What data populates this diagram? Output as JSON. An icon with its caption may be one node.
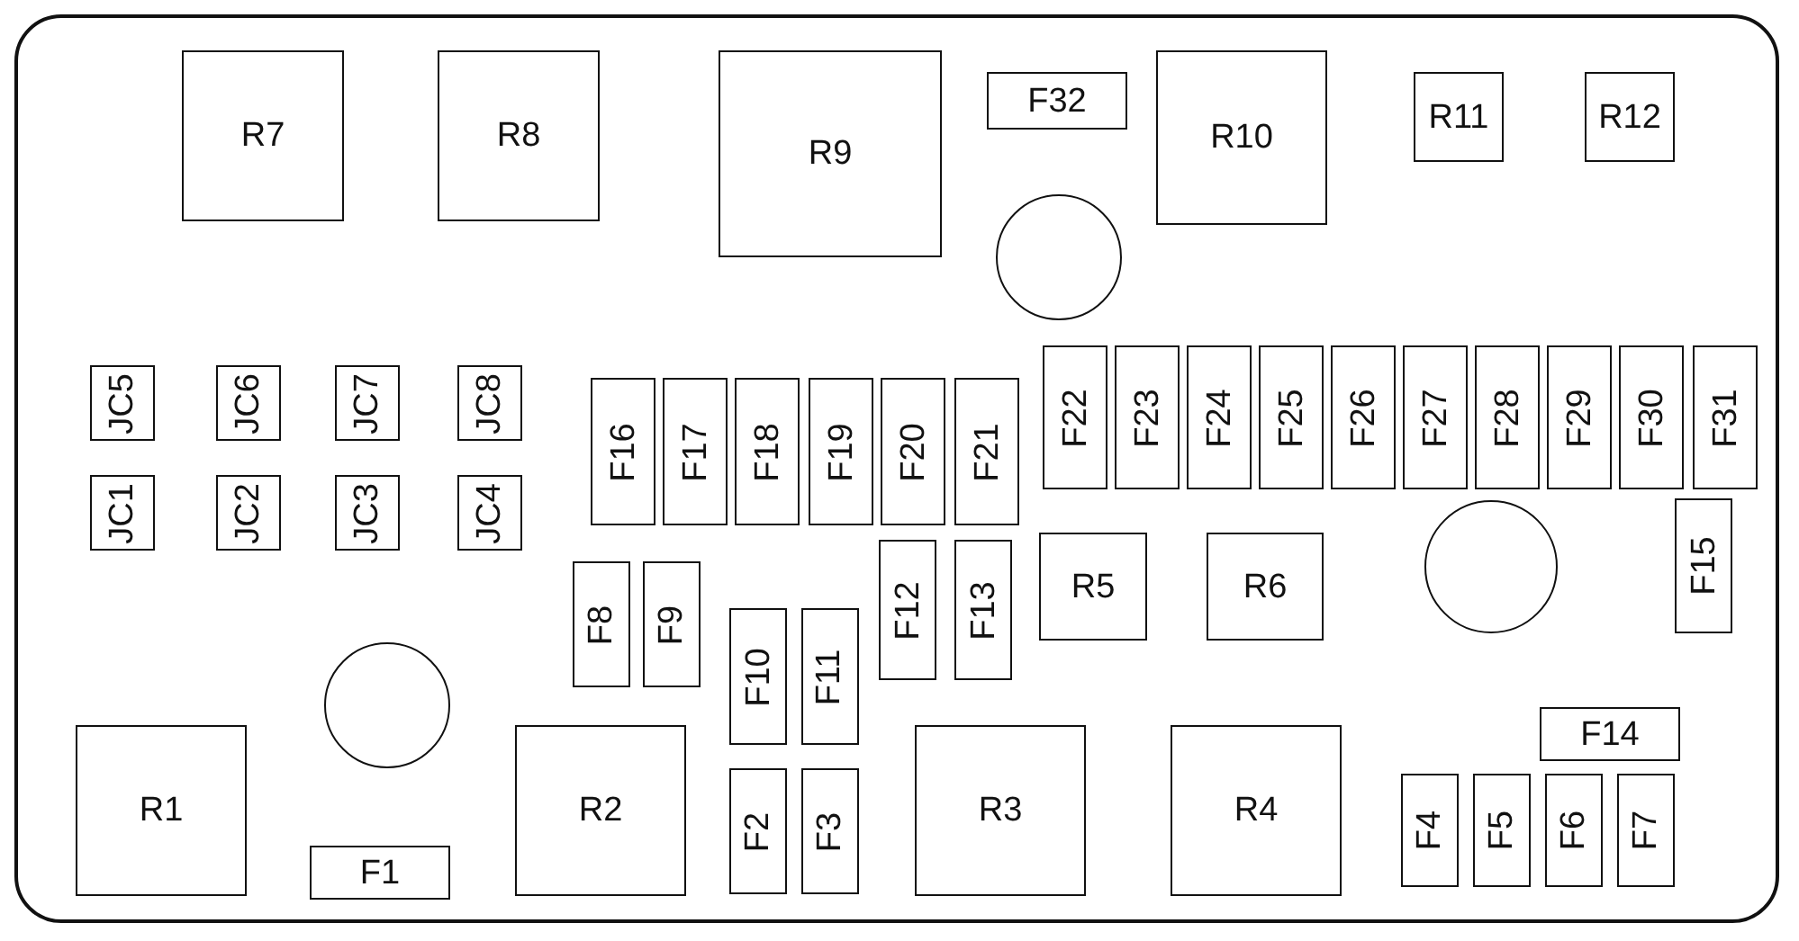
{
  "diagram": {
    "nodes": [
      {
        "text": [
          "R7"
        ]
      },
      {
        "text": [
          "R8"
        ]
      },
      {
        "text": [
          "R9"
        ]
      },
      {
        "text": [
          "F32"
        ]
      },
      {
        "text": [
          "R10"
        ]
      },
      {
        "text": [
          "R11"
        ]
      },
      {
        "text": [
          "R12"
        ]
      },
      {
        "text": [
          "JC5"
        ]
      },
      {
        "text": [
          "JC6"
        ]
      },
      {
        "text": [
          "JC7"
        ]
      },
      {
        "text": [
          "JC8"
        ]
      },
      {
        "text": [
          "F16"
        ]
      },
      {
        "text": [
          "F17"
        ]
      },
      {
        "text": [
          "F18"
        ]
      },
      {
        "text": [
          "F19"
        ]
      },
      {
        "text": [
          "F20"
        ]
      },
      {
        "text": [
          "F21"
        ]
      },
      {
        "text": [
          "F22"
        ]
      },
      {
        "text": [
          "F23"
        ]
      },
      {
        "text": [
          "F24"
        ]
      },
      {
        "text": [
          "F25"
        ]
      },
      {
        "text": [
          "F26"
        ]
      },
      {
        "text": [
          "F27"
        ]
      },
      {
        "text": [
          "F28"
        ]
      },
      {
        "text": [
          "F29"
        ]
      },
      {
        "text": [
          "F30"
        ]
      },
      {
        "text": [
          "F31"
        ]
      },
      {
        "text": [
          "JC1"
        ]
      },
      {
        "text": [
          "JC2"
        ]
      },
      {
        "text": [
          "JC3"
        ]
      },
      {
        "text": [
          "JC4"
        ]
      },
      {
        "text": [
          "F15"
        ]
      },
      {
        "text": [
          "R5"
        ]
      },
      {
        "text": [
          "R6"
        ]
      },
      {
        "text": [
          "F8"
        ]
      },
      {
        "text": [
          "F9"
        ]
      },
      {
        "text": [
          "F12"
        ]
      },
      {
        "text": [
          "F13"
        ]
      },
      {
        "text": [
          "F10"
        ]
      },
      {
        "text": [
          "F11"
        ]
      },
      {
        "text": [
          "F14"
        ]
      },
      {
        "text": [
          "R1"
        ]
      },
      {
        "text": [
          "R2"
        ]
      },
      {
        "text": [
          "R3"
        ]
      },
      {
        "text": [
          "R4"
        ]
      },
      {
        "text": [
          "F4"
        ]
      },
      {
        "text": [
          "F5"
        ]
      },
      {
        "text": [
          "F6"
        ]
      },
      {
        "text": [
          "F7"
        ]
      },
      {
        "text": [
          "F2"
        ]
      },
      {
        "text": [
          "F3"
        ]
      },
      {
        "text": [
          "F1"
        ]
      },
      {
        "text": [],
        "shape": "circle"
      },
      {
        "text": [],
        "shape": "circle"
      },
      {
        "text": [],
        "shape": "circle"
      }
    ]
  }
}
